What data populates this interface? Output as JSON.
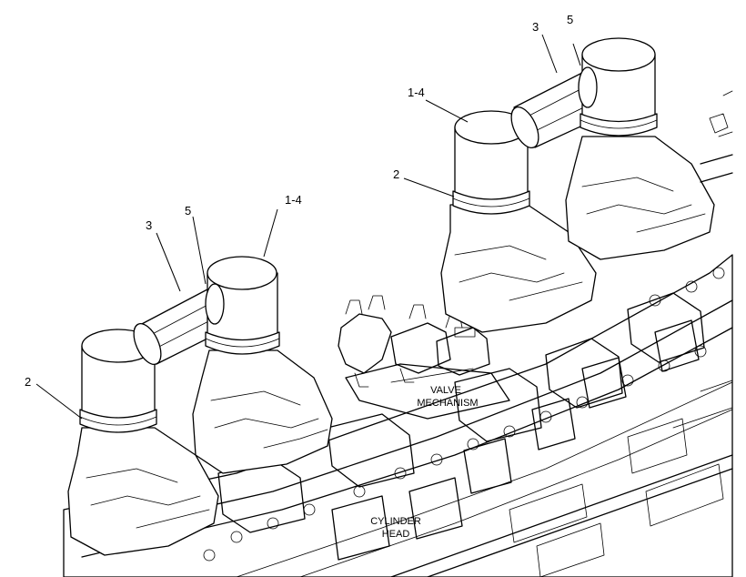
{
  "callouts": {
    "right_cover_label": "1-4",
    "right_clamp_label": "2",
    "right_tube_label": "3",
    "right_seal_label": "5",
    "left_cover_label": "1-4",
    "left_clamp_label": "2",
    "left_tube_label": "3",
    "left_seal_label": "5"
  },
  "captions": {
    "valve_mechanism": [
      "VALVE",
      "MECHANISM"
    ],
    "cylinder_head": [
      "CYLINDER",
      "HEAD"
    ]
  },
  "colors": {
    "line": "#000000",
    "background": "#ffffff"
  }
}
